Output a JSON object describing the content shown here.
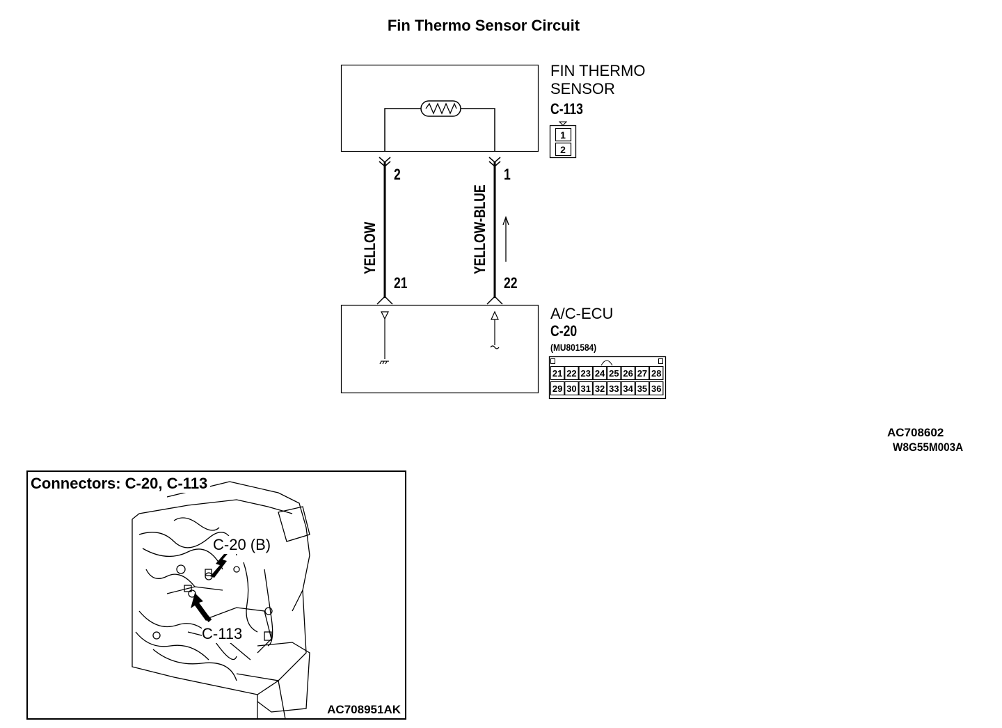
{
  "title": "Fin Thermo Sensor Circuit",
  "sensor": {
    "name_line1": "FIN THERMO",
    "name_line2": "SENSOR",
    "connector": "C-113",
    "pins": [
      "1",
      "2"
    ]
  },
  "ecu": {
    "name": "A/C-ECU",
    "connector": "C-20",
    "part_number": "(MU801584)",
    "pins_row1": [
      "21",
      "22",
      "23",
      "24",
      "25",
      "26",
      "27",
      "28"
    ],
    "pins_row2": [
      "29",
      "30",
      "31",
      "32",
      "33",
      "34",
      "35",
      "36"
    ]
  },
  "wires": [
    {
      "color_label": "YELLOW",
      "sensor_pin": "2",
      "ecu_pin": "21"
    },
    {
      "color_label": "YELLOW-BLUE",
      "sensor_pin": "1",
      "ecu_pin": "22"
    }
  ],
  "ref_codes": {
    "code1": "AC708602",
    "code2": "W8G55M003A"
  },
  "locator": {
    "title": "Connectors: C-20, C-113",
    "callout_c20": "C-20 (B)",
    "callout_c113": "C-113",
    "code": "AC708951AK"
  }
}
